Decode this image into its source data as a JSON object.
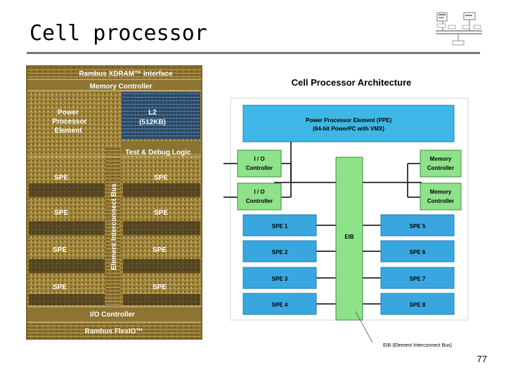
{
  "slide": {
    "title": "Cell processor",
    "page_number": "77"
  },
  "die_photo": {
    "labels": {
      "xdram": "Rambus XDRAM™ Interface",
      "memory_controller": "Memory Controller",
      "ppe_line1": "Power",
      "ppe_line2": "Processor",
      "ppe_line3": "Element",
      "l2_line1": "L2",
      "l2_line2": "(512KB)",
      "test_debug": "Test & Debug Logic",
      "eib": "Element Interconnect Bus",
      "spe": "SPE",
      "io_controller": "I/O Controller",
      "flexio": "Rambus FlexIO™"
    }
  },
  "diagram": {
    "title": "Cell Processor Architecture",
    "ppe_line1": "Power Processor Element (PPE)",
    "ppe_line2": "(64-bit PowerPC with VMX)",
    "io_controller_1": [
      "I / O",
      "Controller"
    ],
    "io_controller_2": [
      "I / O",
      "Controller"
    ],
    "memory_controller_1": [
      "Memory",
      "Controller"
    ],
    "memory_controller_2": [
      "Memory",
      "Controller"
    ],
    "eib": "EIB",
    "spe_left": [
      "SPE 1",
      "SPE 2",
      "SPE 3",
      "SPE 4"
    ],
    "spe_right": [
      "SPE 5",
      "SPE 6",
      "SPE 7",
      "SPE 8"
    ],
    "eib_caption": "EIB (Element Interconnect Bus)"
  },
  "colors": {
    "ppe_fill": "#3fb7e6",
    "spe_fill": "#3aa6e0",
    "eib_fill": "#8de28a",
    "controller_fill": "#8de28a",
    "diagram_bg": "#ffffff",
    "die_gold": "#a8893e"
  }
}
